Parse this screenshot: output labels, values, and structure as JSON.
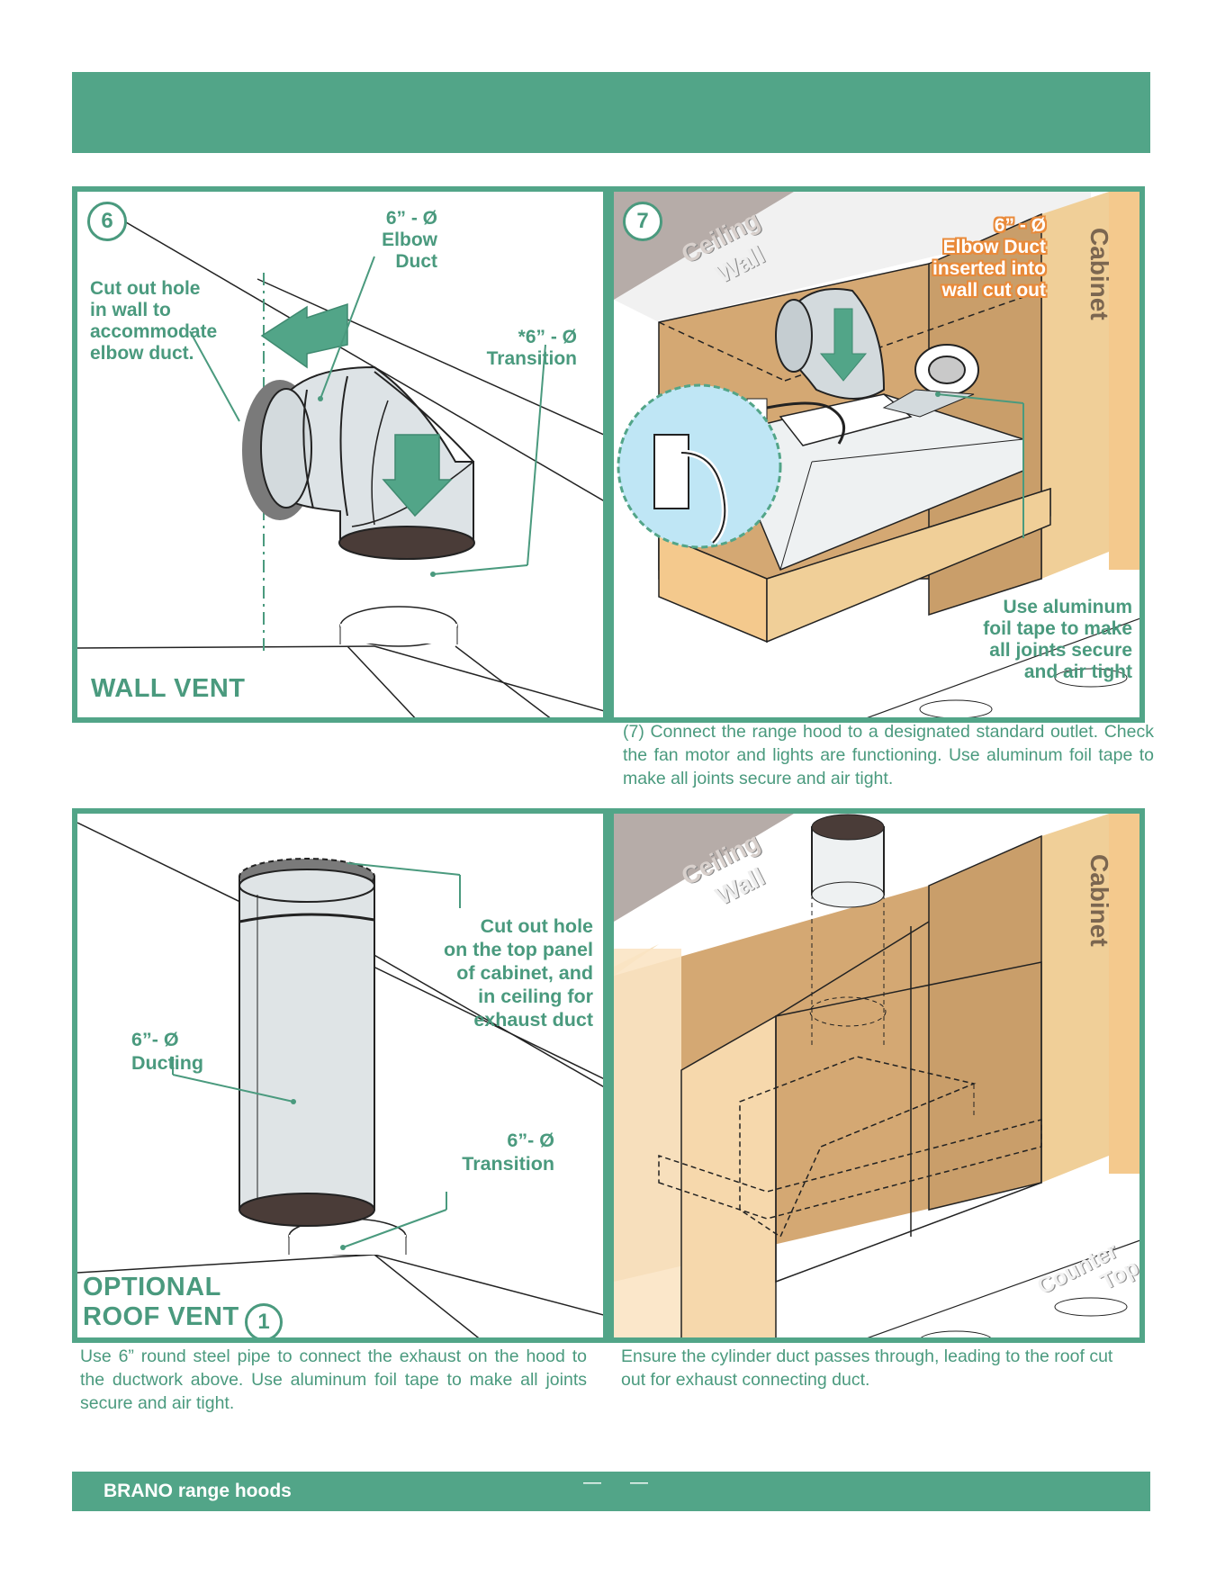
{
  "footer": {
    "brand": "BRANO range hoods",
    "dash1": "—",
    "dash2": "—"
  },
  "panel6": {
    "badge": "6",
    "cut_hole": [
      "Cut out hole",
      "in wall to",
      "accommodate",
      "elbow duct."
    ],
    "elbow": [
      "6” - Ø",
      "Elbow",
      "Duct"
    ],
    "transition": [
      "*6” - Ø",
      "Transition"
    ],
    "title": "WALL VENT"
  },
  "panel7": {
    "badge": "7",
    "ceiling": "Ceiling",
    "wall": "Wall",
    "cabinet": "Cabinet",
    "elbow": [
      "6” - Ø",
      "Elbow Duct",
      "inserted into",
      "wall cut out"
    ],
    "tape": [
      "Use aluminum",
      "foil tape to make",
      "all joints secure",
      "and air tight"
    ],
    "caption": "(7) Connect the range hood to a designated standard outlet.  Check the fan motor and lights are functioning. Use aluminum foil tape to make all joints secure and air tight."
  },
  "panel_roof": {
    "cut_hole": [
      "Cut out hole",
      "on the top panel",
      "of cabinet, and",
      "in ceiling for",
      "exhaust duct"
    ],
    "ducting": [
      "6”- Ø",
      "Ducting"
    ],
    "transition": [
      "6”- Ø",
      "Transition"
    ],
    "title": [
      "OPTIONAL",
      "ROOF VENT"
    ],
    "badge": "1",
    "caption": "Use 6” round steel pipe to connect the exhaust on the hood to the ductwork above. Use aluminum foil tape to make all joints secure and air tight."
  },
  "panel_cab": {
    "ceiling": "Ceiling",
    "wall": "Wall",
    "cabinet": "Cabinet",
    "counter": "Counter",
    "top": "Top",
    "caption": "Ensure the cylinder duct passes through, leading to the roof cut out for exhaust connecting duct."
  },
  "colors": {
    "brand_green": "#52a588",
    "text_green": "#4a9a7e",
    "highlight_orange": "#e98a3a"
  }
}
